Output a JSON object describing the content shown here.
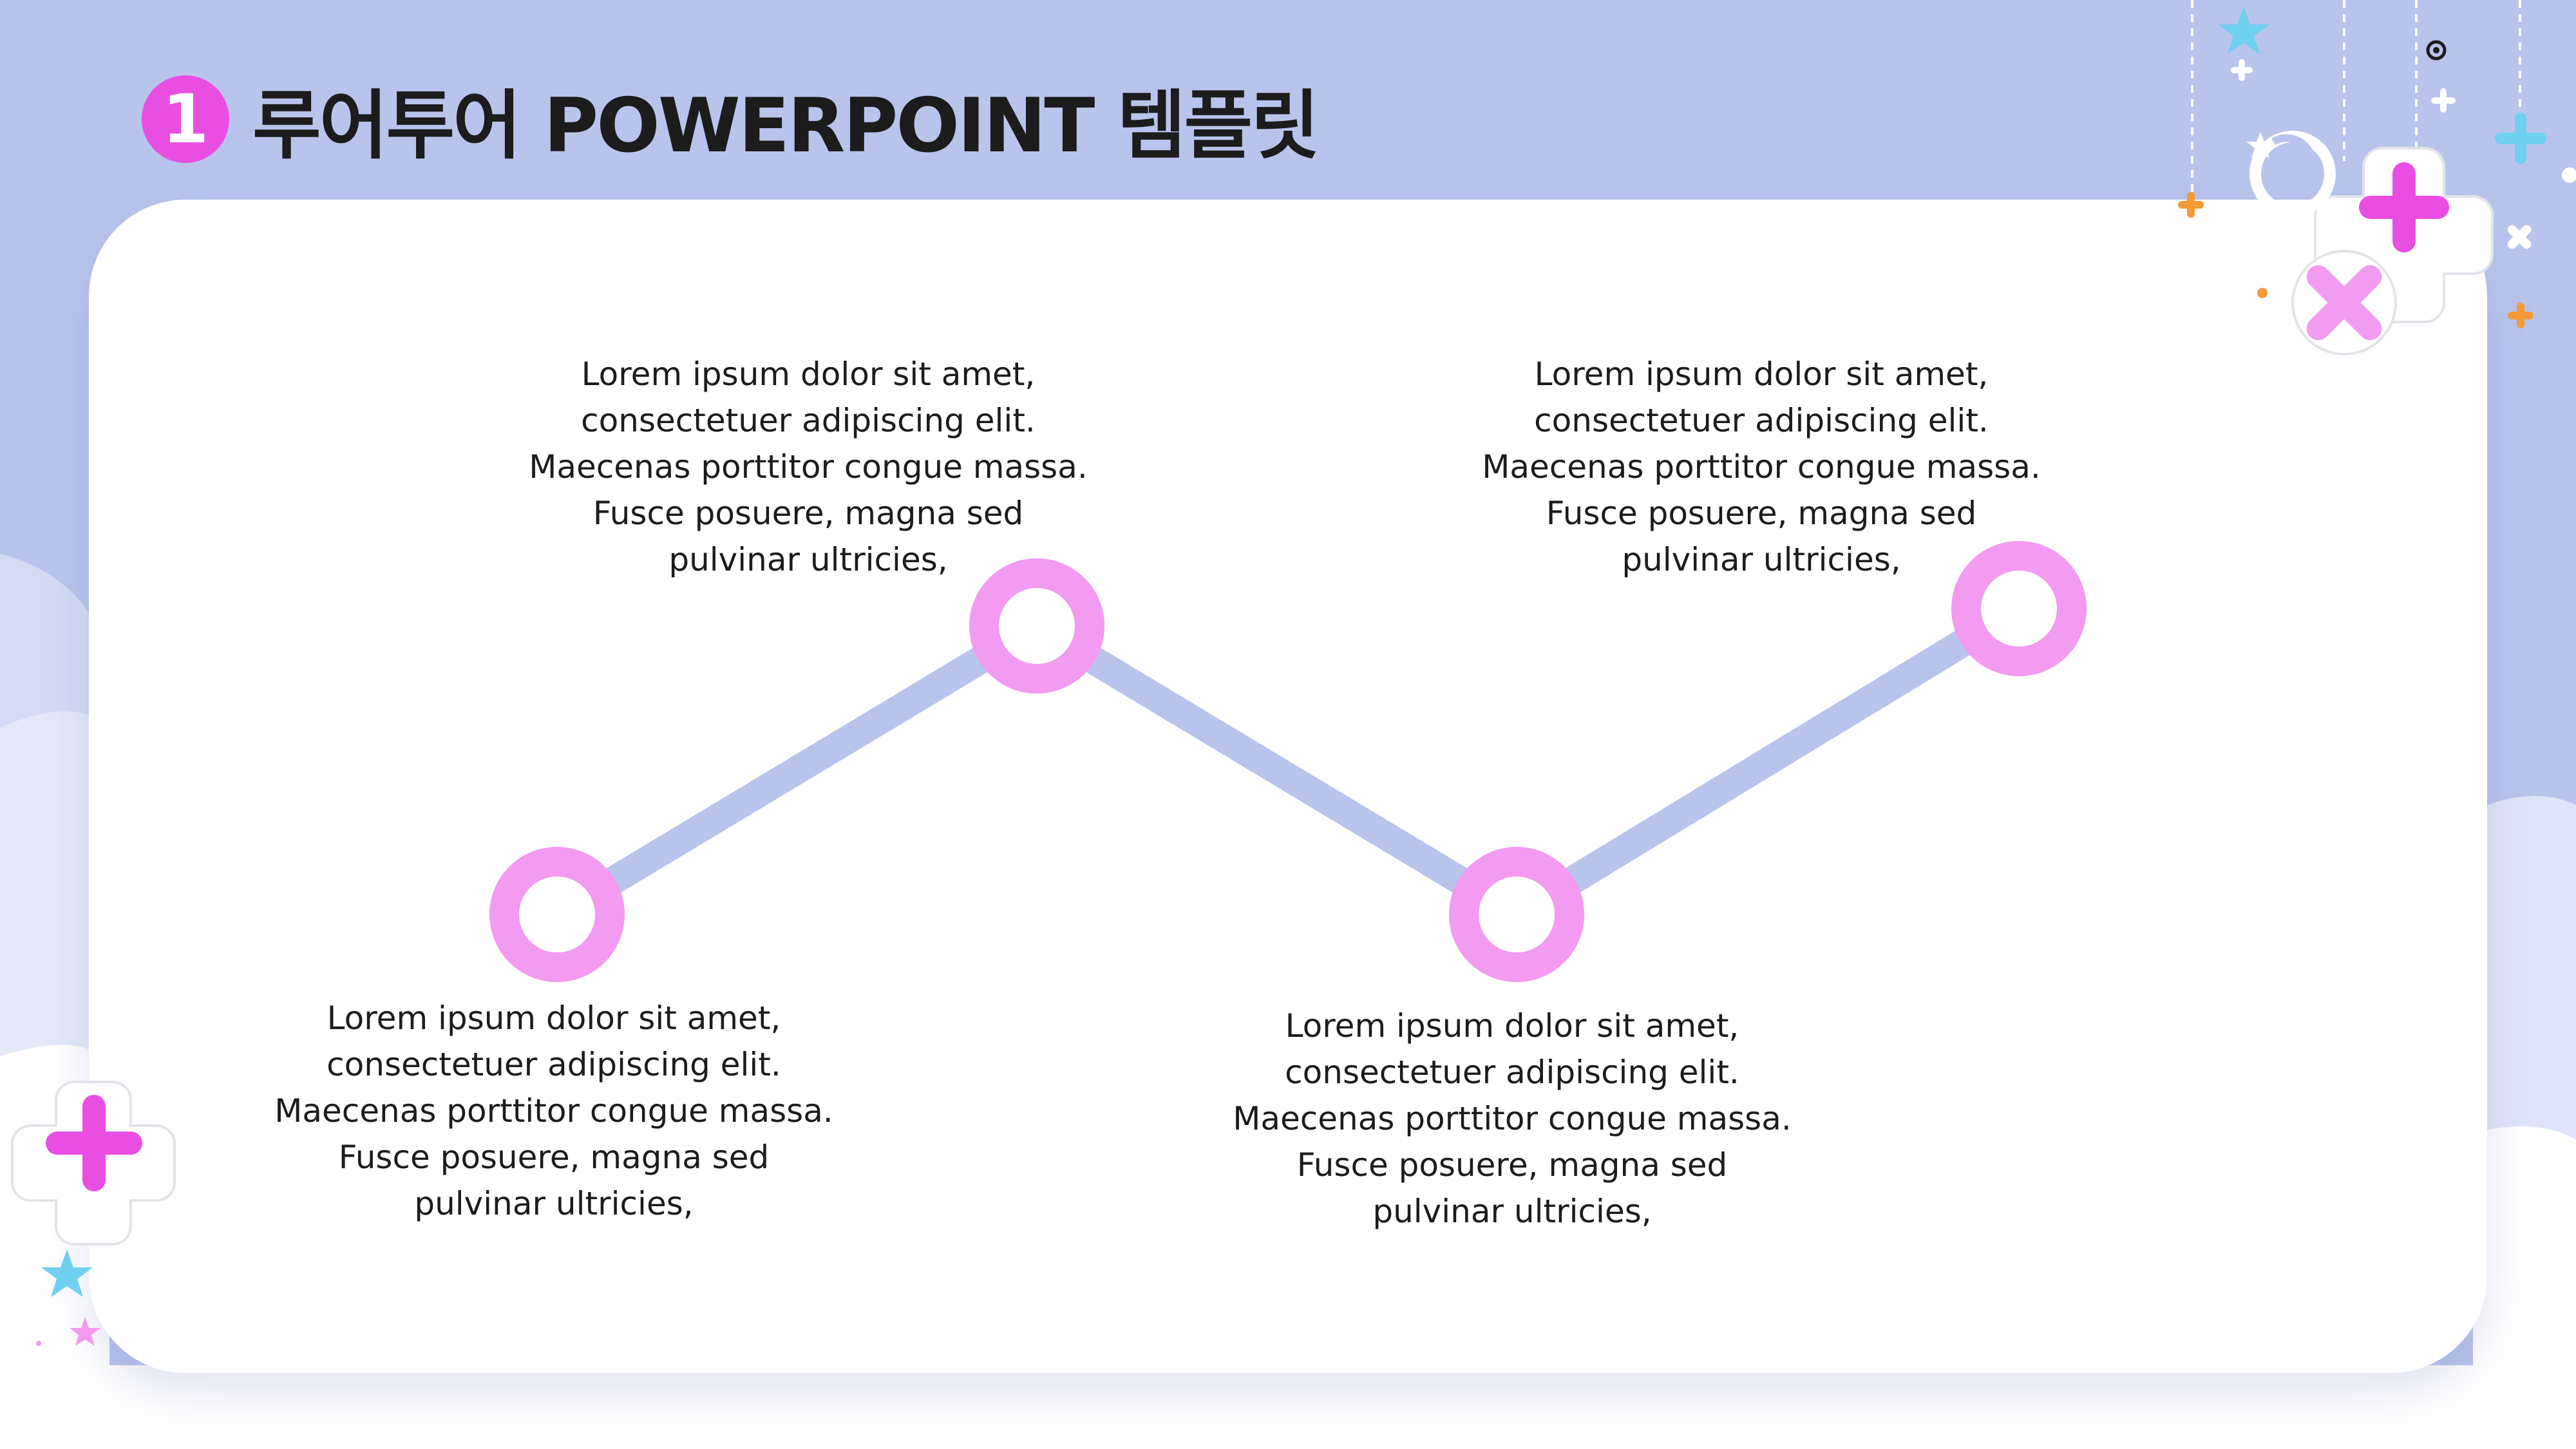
{
  "header": {
    "number": "1",
    "title": "루어투어 POWERPOINT 템플릿"
  },
  "colors": {
    "background": "#b8c4ec",
    "card": "#ffffff",
    "accent_pink": "#e94ee3",
    "ring_pink": "#f39af1",
    "line_lavender": "#b8c4ec",
    "star_blue": "#6fd0f0",
    "orange": "#f59a34"
  },
  "timeline": {
    "points": [
      {
        "id": "p1",
        "text_position": "below",
        "lines": [
          "Lorem ipsum dolor sit amet,",
          "consectetuer adipiscing elit.",
          "Maecenas porttitor congue massa.",
          "Fusce posuere, magna sed",
          "pulvinar ultricies,"
        ]
      },
      {
        "id": "p2",
        "text_position": "above",
        "lines": [
          "Lorem ipsum dolor sit amet,",
          "consectetuer adipiscing elit.",
          "Maecenas porttitor congue massa.",
          "Fusce posuere, magna sed",
          "pulvinar ultricies,"
        ]
      },
      {
        "id": "p3",
        "text_position": "below",
        "lines": [
          "Lorem ipsum dolor sit amet,",
          "consectetuer adipiscing elit.",
          "Maecenas porttitor congue massa.",
          "Fusce posuere, magna sed",
          "pulvinar ultricies,"
        ]
      },
      {
        "id": "p4",
        "text_position": "above",
        "lines": [
          "Lorem ipsum dolor sit amet,",
          "consectetuer adipiscing elit.",
          "Maecenas porttitor congue massa.",
          "Fusce posuere, magna sed",
          "pulvinar ultricies,"
        ]
      }
    ]
  },
  "decorations": {
    "icons": [
      "plus-icon",
      "cross-icon",
      "star-icon",
      "swirl-icon",
      "sparkle-icon",
      "dot-icon"
    ]
  }
}
